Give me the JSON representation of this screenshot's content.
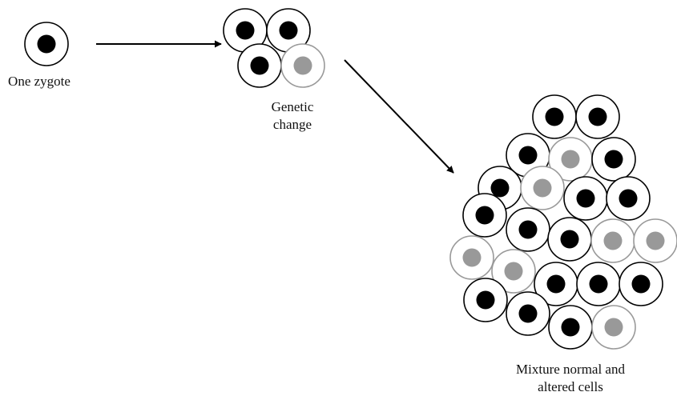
{
  "labels": {
    "zygote": "One zygote",
    "genetic_line1": "Genetic",
    "genetic_line2": "change",
    "mixture_line1": "Mixture normal and",
    "mixture_line2": "altered cells"
  },
  "colors": {
    "background": "#ffffff",
    "cell_outline_normal": "#000000",
    "cell_outline_altered": "#999999",
    "nucleus_normal": "#000000",
    "nucleus_altered": "#999999",
    "arrow": "#000000"
  },
  "stages": {
    "zygote": {
      "cells": [
        "normal"
      ]
    },
    "genetic_change": {
      "cells": [
        "normal",
        "normal",
        "normal",
        "altered"
      ]
    },
    "mixture": {
      "cells": [
        "normal",
        "normal",
        "normal",
        "altered",
        "normal",
        "normal",
        "altered",
        "normal",
        "normal",
        "normal",
        "normal",
        "normal",
        "altered",
        "altered",
        "altered",
        "altered",
        "normal",
        "normal",
        "normal",
        "normal",
        "normal",
        "normal",
        "altered"
      ]
    }
  }
}
